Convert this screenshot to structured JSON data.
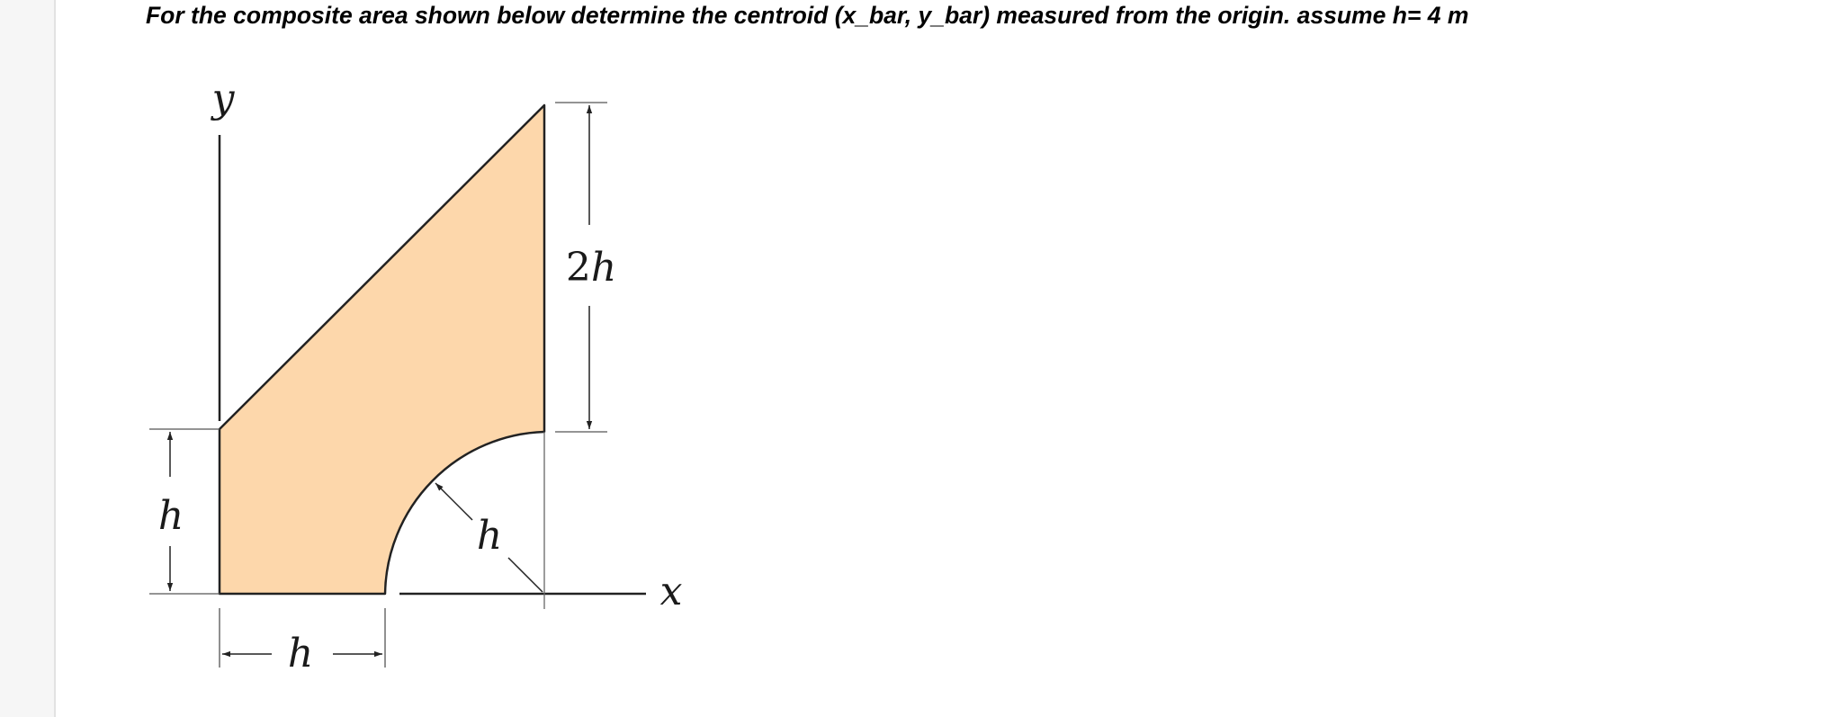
{
  "question": {
    "text": "For the composite area shown below determine the centroid (x_bar, y_bar) measured from the origin. assume h= 4 m"
  },
  "figure": {
    "shape_color": "#fdd7ab",
    "axis_x_label": "x",
    "axis_y_label": "y",
    "dim_left_height": "h",
    "dim_bottom_width": "h",
    "dim_radius": "h",
    "dim_right_height_num": "2",
    "dim_right_height_var": "h"
  }
}
